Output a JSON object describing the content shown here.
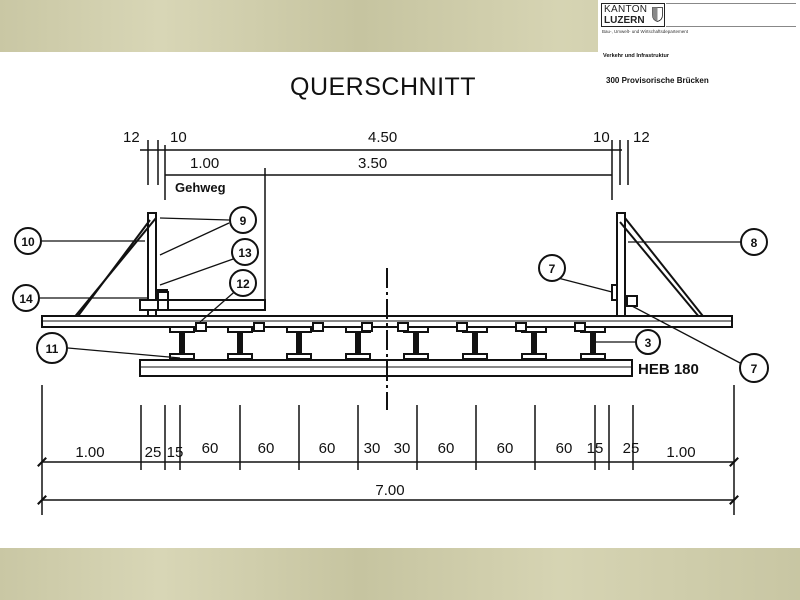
{
  "header": {
    "logo_line1": "KANTON",
    "logo_line2": "LUZERN",
    "logo_subtitle": "Bau-, Umwelt- und Wirtschaftsdepartement",
    "department": "Verkehr und Infrastruktur",
    "section": "300 Provisorische Brücken"
  },
  "title": "QUERSCHNITT",
  "drawing": {
    "top_dims": {
      "d12_left": "12",
      "d10_left": "10",
      "d450": "4.50",
      "d10_right": "10",
      "d12_right": "12",
      "d100": "1.00",
      "d350": "3.50"
    },
    "gehweg_label": "Gehweg",
    "profile_label": "HEB 180",
    "callouts": [
      "10",
      "9",
      "13",
      "12",
      "14",
      "11",
      "7",
      "8",
      "7",
      "3"
    ],
    "bottom_dims": [
      "1.00",
      "25",
      "15",
      "60",
      "60",
      "60",
      "30",
      "30",
      "60",
      "60",
      "60",
      "15",
      "25",
      "1.00"
    ],
    "total": "7.00"
  },
  "colors": {
    "band": "#cfcdaa",
    "ink": "#111111"
  }
}
